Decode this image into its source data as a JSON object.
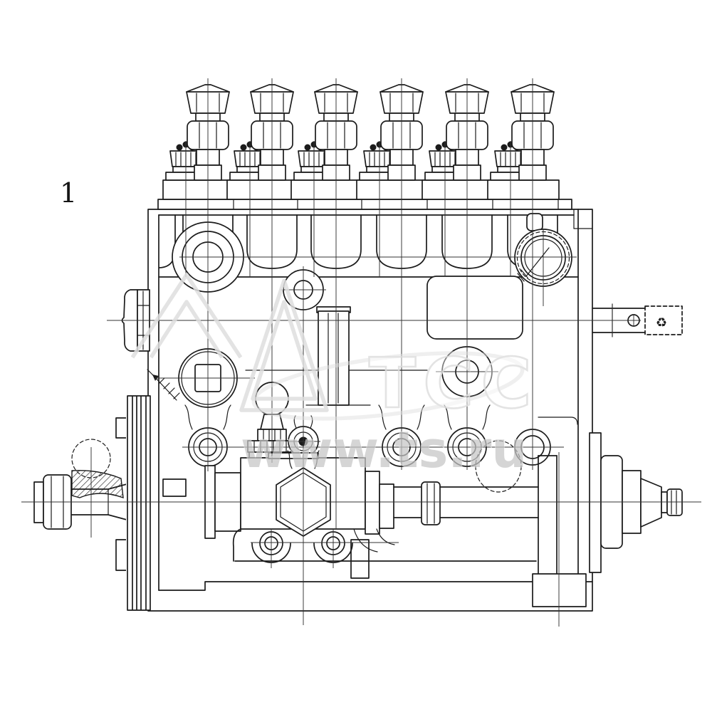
{
  "figure": {
    "type": "technical-line-drawing",
    "subject": "Inline multi-plunger fuel injection pump, side elevation",
    "callout_label": "1",
    "injector_fitting_count": 6
  },
  "annotations": {
    "detail_symbol": "♻"
  },
  "watermark": {
    "logo_text": "ТСС",
    "url_text": "www.ts.ru"
  },
  "colors": {
    "background": "#ffffff",
    "line": "#1b1b1b",
    "centerline": "#333333",
    "watermark-logo": "#dfdfdf",
    "watermark-url": "#c6c6c6"
  }
}
